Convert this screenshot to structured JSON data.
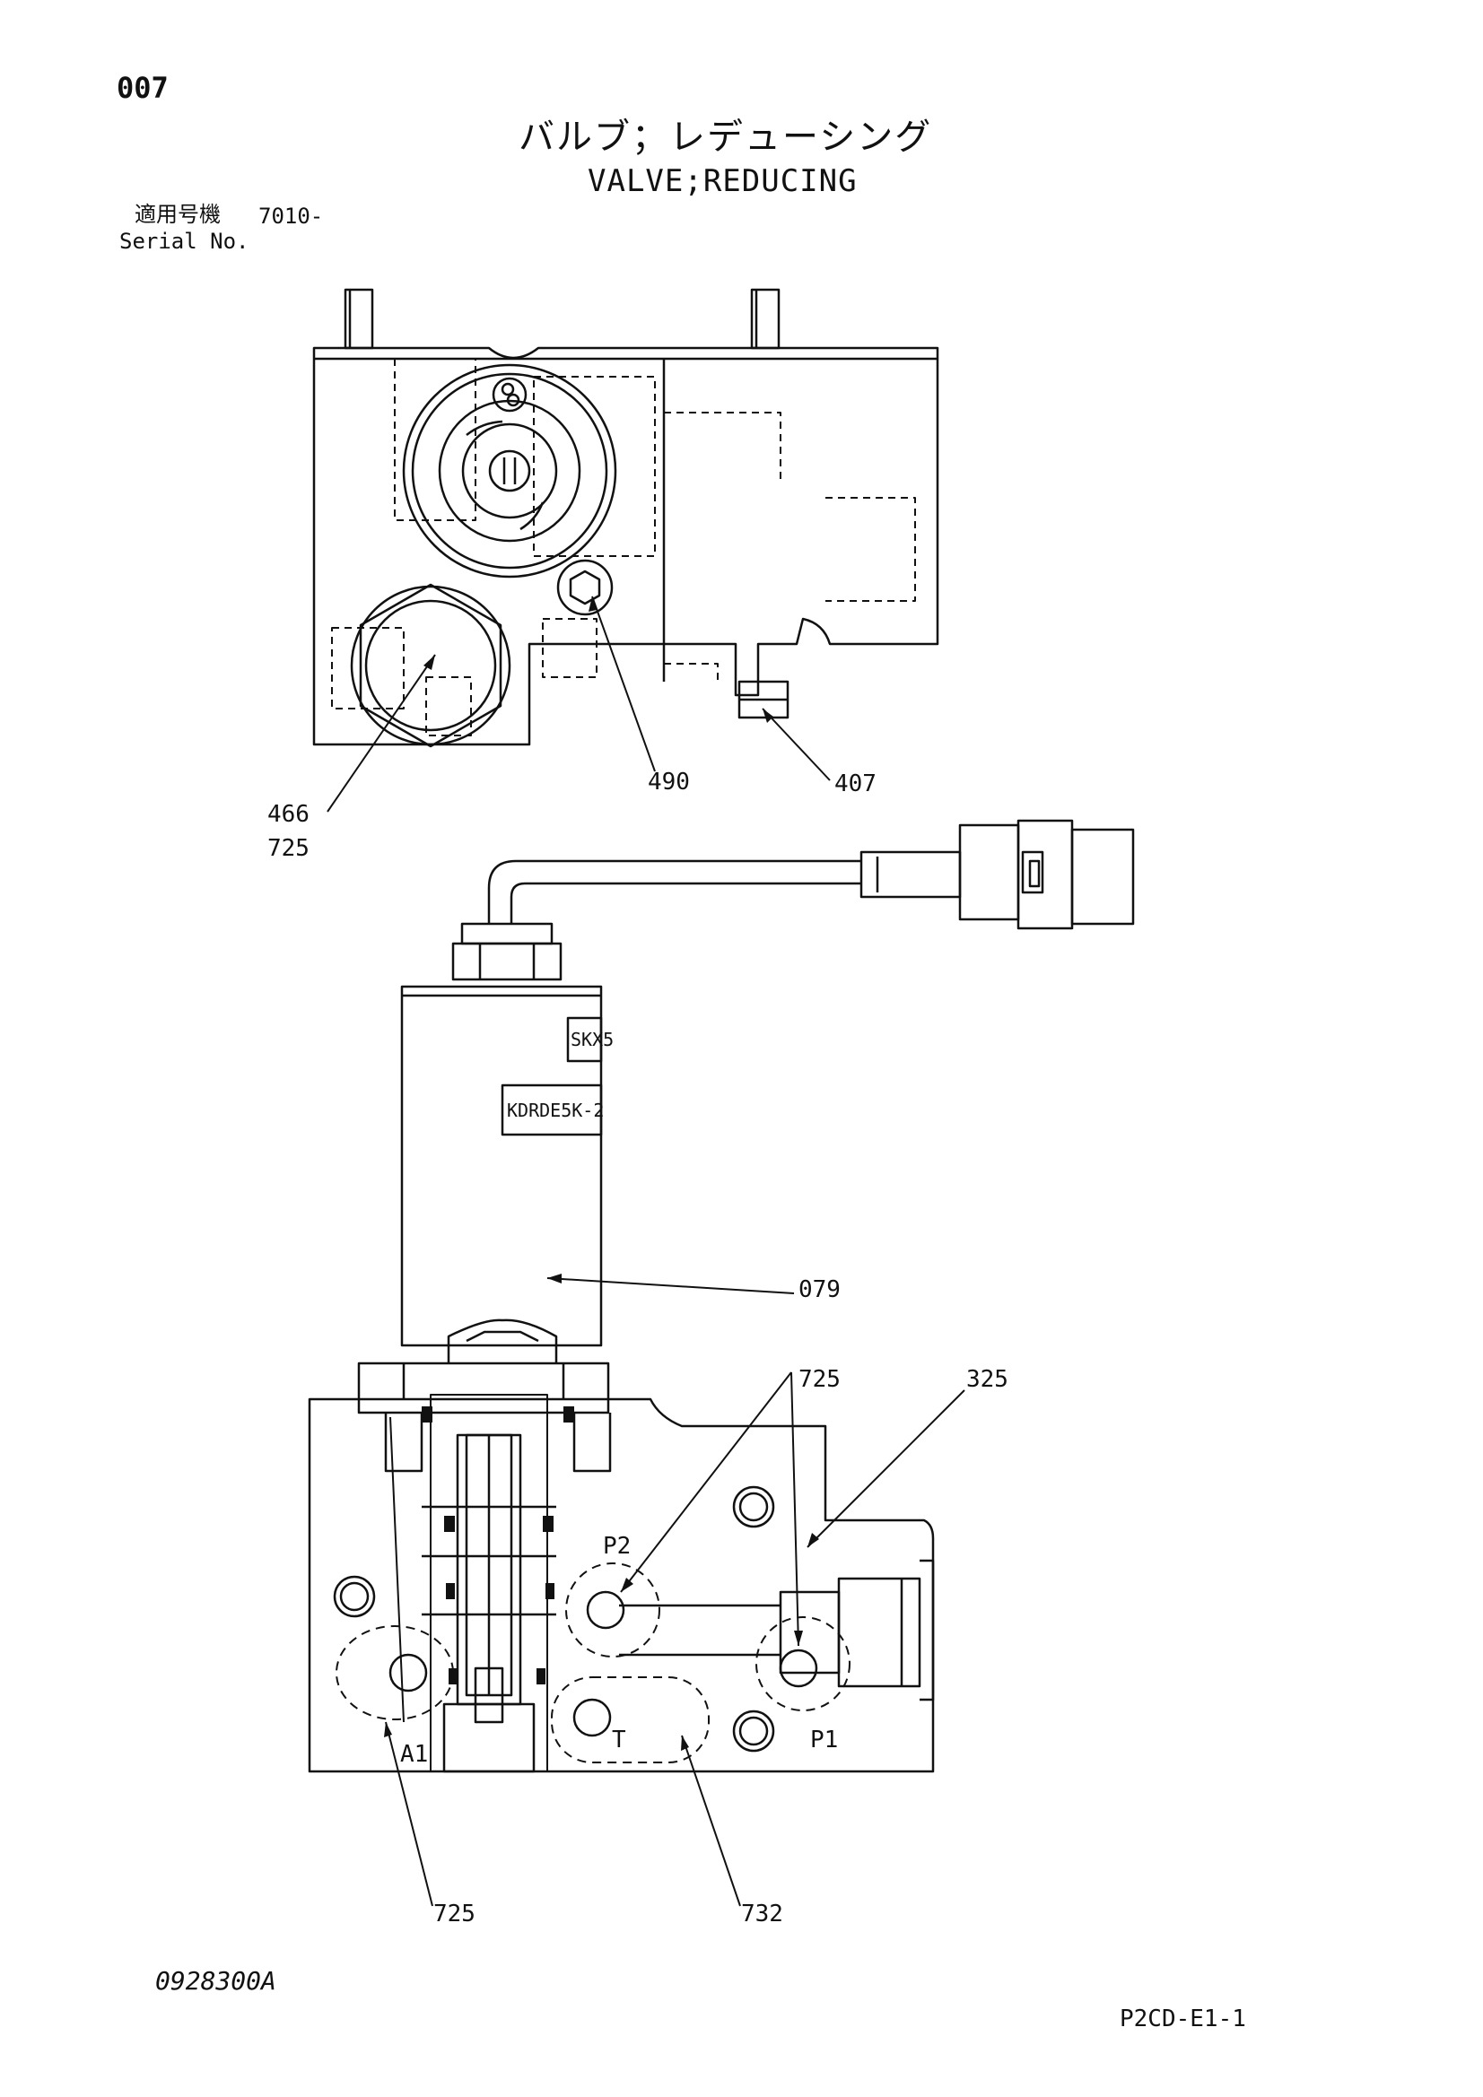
{
  "header": {
    "page_number": "007",
    "title_jp": "バルブ；レデューシング",
    "title_en": "VALVE;REDUCING",
    "serial_label_jp": "適用号機",
    "serial_value": "7010-",
    "serial_label_en": "Serial No."
  },
  "callouts": {
    "c466": "466",
    "c725_top": "725",
    "c490": "490",
    "c407": "407",
    "c079": "079",
    "c725_mid": "725",
    "c325": "325",
    "c725_bottom": "725",
    "c732": "732"
  },
  "ports": {
    "p2": "P2",
    "a1": "A1",
    "t": "T",
    "p1": "P1"
  },
  "solenoid_stamps": {
    "upper": "SKX5",
    "lower": "KDRDE5K-2"
  },
  "footer": {
    "drawing_number": "0928300A",
    "sheet_code": "P2CD-E1-1"
  }
}
